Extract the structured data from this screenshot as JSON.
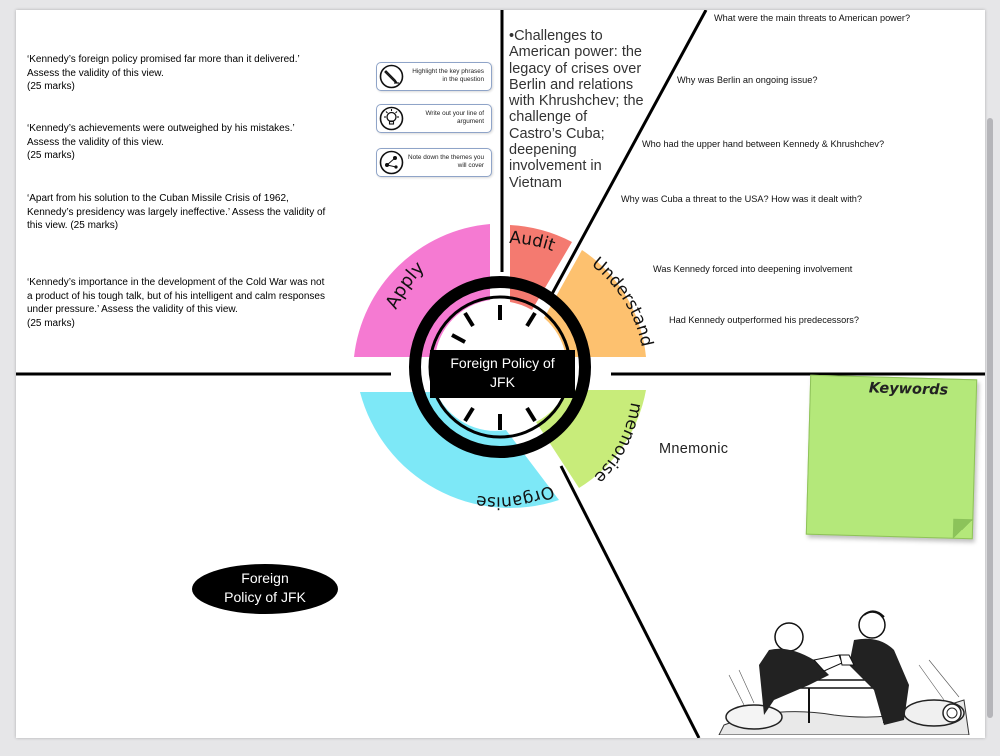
{
  "questions": [
    {
      "text": "‘Kennedy’s foreign policy promised far more than it delivered.’ Assess the validity of this view.",
      "marks": "(25 marks)"
    },
    {
      "text": "‘Kennedy’s achievements were outweighed by his mistakes.’ Assess the validity of this view.",
      "marks": "(25 marks)"
    },
    {
      "text": "‘Apart from his solution to the Cuban Missile Crisis of 1962, Kennedy’s presidency was largely ineffective.’ Assess the validity of this view. (25 marks)",
      "marks": ""
    },
    {
      "text": "‘Kennedy’s importance in the development of the Cold War was not a product of his tough talk, but of his intelligent and calm responses under pressure.’ Assess the validity of this view.",
      "marks": "(25 marks)"
    }
  ],
  "tips": [
    {
      "icon": "pen-icon",
      "text": "Highlight the key phrases in the question"
    },
    {
      "icon": "lightbulb-icon",
      "text": "Write out your line of argument"
    },
    {
      "icon": "network-icon",
      "text": "Note down the themes you will cover"
    }
  ],
  "topic": "•Challenges to American power: the legacy of crises over Berlin and relations with Khrushchev; the challenge of Castro’s Cuba; deepening involvement in Vietnam",
  "subquestions": [
    "What were the main threats to American power?",
    "Why was Berlin an ongoing issue?",
    "Who had the upper hand between Kennedy & Khrushchev?",
    "Why was Cuba a threat to the USA? How was it dealt with?",
    "Was Kennedy forced into deepening involvement",
    "Had Kennedy outperformed his predecessors?"
  ],
  "segments": {
    "audit": "Audit",
    "understand": "Understand",
    "memorise": "memorise",
    "organise": "Organise",
    "apply": "Apply"
  },
  "colors": {
    "audit": "#f47a70",
    "understand": "#fdc16f",
    "memorise": "#c8ec7a",
    "organise": "#7de8f7",
    "apply": "#f57ad2",
    "sticky": "#b4e87a"
  },
  "center_label_line1": "Foreign Policy of",
  "center_label_line2": "JFK",
  "ellipse_line1": "Foreign",
  "ellipse_line2": "Policy of JFK",
  "mnemonic": "Mnemonic",
  "keywords": "Keywords"
}
